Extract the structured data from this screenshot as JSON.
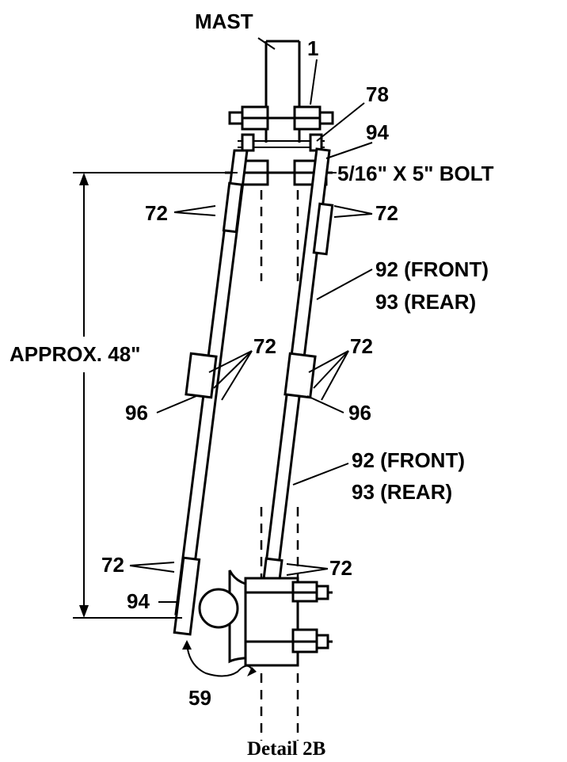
{
  "labels": {
    "mast": "MAST",
    "part_1": "1",
    "part_78": "78",
    "part_94_top": "94",
    "bolt": "5/16\" X 5\" BOLT",
    "p72_upper_left": "72",
    "p72_upper_right": "72",
    "p92_upper": "92 (FRONT)",
    "p93_upper": "93 (REAR)",
    "approx": "APPROX. 48\"",
    "p72_mid_left": "72",
    "p72_mid_right": "72",
    "p96_left": "96",
    "p96_right": "96",
    "p92_lower": "92 (FRONT)",
    "p93_lower": "93 (REAR)",
    "p72_lower_left": "72",
    "p72_lower_right": "72",
    "part_94_bottom": "94",
    "part_59": "59",
    "caption": "Detail 2B"
  }
}
